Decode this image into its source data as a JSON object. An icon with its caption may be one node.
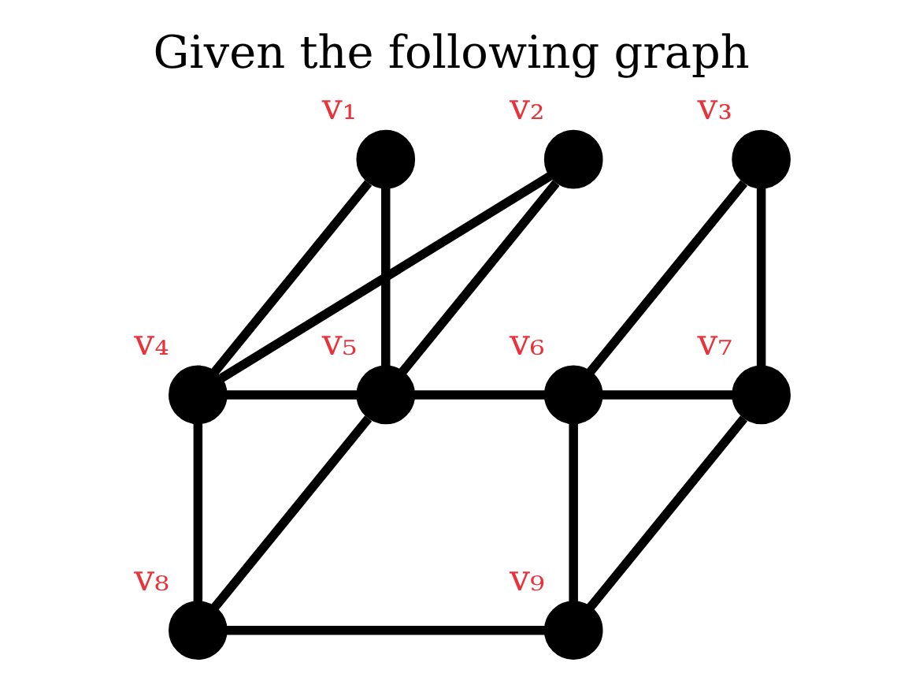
{
  "diagram": {
    "title": "Given the following graph",
    "nodes": [
      {
        "text": [],
        "shape": "circle",
        "beside": [
          "v₁"
        ]
      },
      {
        "text": [],
        "shape": "circle",
        "beside": [
          "v₂"
        ]
      },
      {
        "text": [],
        "shape": "circle",
        "beside": [
          "v₃"
        ]
      },
      {
        "text": [],
        "shape": "circle",
        "beside": [
          "v₄"
        ]
      },
      {
        "text": [],
        "shape": "circle",
        "beside": [
          "v₅"
        ]
      },
      {
        "text": [],
        "shape": "circle",
        "beside": [
          "v₆"
        ]
      },
      {
        "text": [],
        "shape": "circle",
        "beside": [
          "v₇"
        ]
      },
      {
        "text": [],
        "shape": "circle",
        "beside": [
          "v₈"
        ]
      },
      {
        "text": [],
        "shape": "circle",
        "beside": [
          "v₉"
        ]
      }
    ],
    "edges": [
      {
        "from": 0,
        "to": 3,
        "arrow": "none"
      },
      {
        "from": 0,
        "to": 4,
        "arrow": "none"
      },
      {
        "from": 1,
        "to": 3,
        "arrow": "none"
      },
      {
        "from": 1,
        "to": 4,
        "arrow": "none"
      },
      {
        "from": 3,
        "to": 4,
        "arrow": "none"
      },
      {
        "from": 3,
        "to": 7,
        "arrow": "none"
      },
      {
        "from": 4,
        "to": 7,
        "arrow": "none"
      },
      {
        "from": 4,
        "to": 5,
        "arrow": "none"
      },
      {
        "from": 5,
        "to": 2,
        "arrow": "none"
      },
      {
        "from": 2,
        "to": 6,
        "arrow": "none"
      },
      {
        "from": 5,
        "to": 6,
        "arrow": "none"
      },
      {
        "from": 5,
        "to": 8,
        "arrow": "none"
      },
      {
        "from": 6,
        "to": 8,
        "arrow": "none"
      },
      {
        "from": 7,
        "to": 8,
        "arrow": "none"
      }
    ]
  }
}
